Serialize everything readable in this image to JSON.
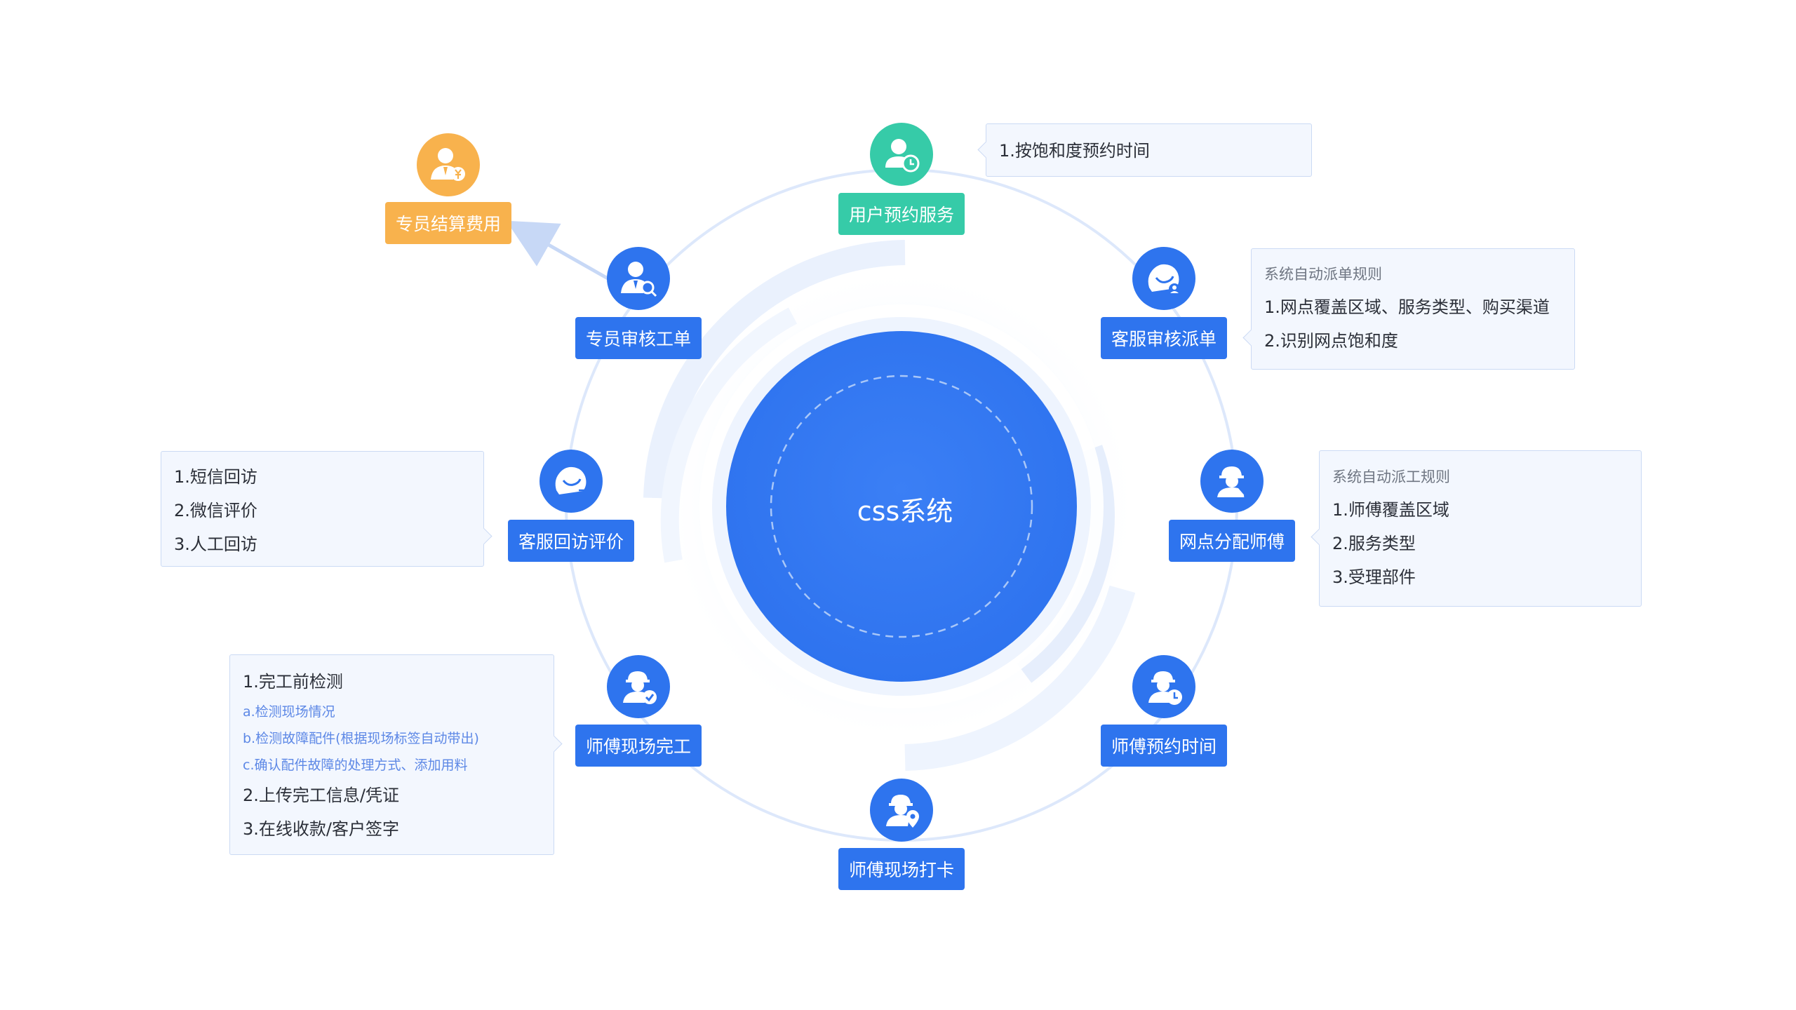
{
  "center": {
    "title": "css系统"
  },
  "nodes": {
    "user_booking": {
      "label": "用户预约服务",
      "icon": "user-clock-icon"
    },
    "dispatch": {
      "label": "客服审核派单",
      "icon": "headset-agent-icon"
    },
    "assign": {
      "label": "网点分配师傅",
      "icon": "worker-wrench-icon"
    },
    "worker_time": {
      "label": "师傅预约时间",
      "icon": "worker-clock-icon"
    },
    "checkin": {
      "label": "师傅现场打卡",
      "icon": "worker-location-icon"
    },
    "complete": {
      "label": "师傅现场完工",
      "icon": "worker-check-icon"
    },
    "feedback": {
      "label": "客服回访评价",
      "icon": "chat-bubble-icon"
    },
    "audit": {
      "label": "专员审核工单",
      "icon": "user-search-icon"
    },
    "settlement": {
      "label": "专员结算费用",
      "icon": "user-yuan-icon"
    }
  },
  "notes": {
    "booking": {
      "lines": [
        "1.按饱和度预约时间"
      ]
    },
    "dispatch": {
      "head": "系统自动派单规则",
      "lines": [
        "1.网点覆盖区域、服务类型、购买渠道",
        "2.识别网点饱和度"
      ]
    },
    "assign": {
      "head": "系统自动派工规则",
      "lines": [
        "1.师傅覆盖区域",
        "2.服务类型",
        "3.受理部件"
      ]
    },
    "feedback": {
      "lines": [
        "1.短信回访",
        "2.微信评价",
        "3.人工回访"
      ]
    },
    "complete": {
      "main": "1.完工前检测",
      "subs": [
        "a.检测现场情况",
        "b.检测故障配件(根据现场标签自动带出)",
        "c.确认配件故障的处理方式、添加用料"
      ],
      "lines": [
        "2.上传完工信息/凭证",
        "3.在线收款/客户签字"
      ]
    }
  },
  "colors": {
    "primary": "#2e74ee",
    "teal": "#36cba8",
    "orange": "#f8b24d",
    "ring": "#dde8fb",
    "note_bg": "#f3f7fe",
    "note_border": "#cbdaf4",
    "sub_text": "#5d88e6"
  }
}
